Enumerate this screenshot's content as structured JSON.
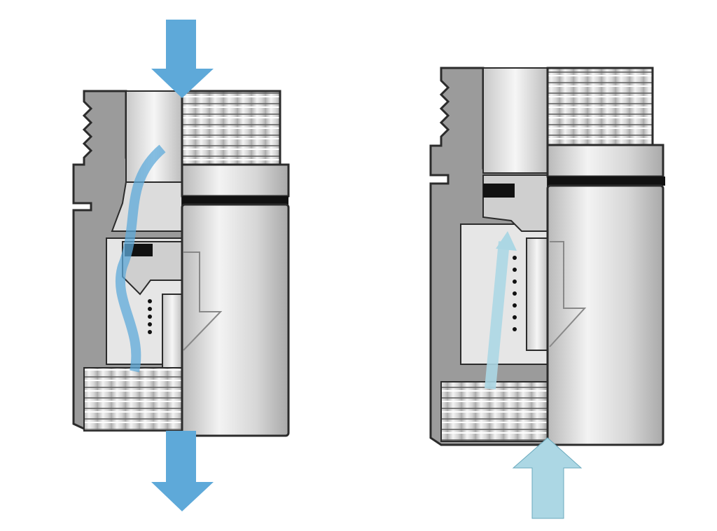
{
  "colors": {
    "background": "#ffffff",
    "outline": "#2b2b2b",
    "body_gray": "#cfcfcf",
    "section_dark": "#9a9a9a",
    "oring": "#111111",
    "flow_arrow_open": "#5ea9d9",
    "flow_arrow_closed": "#acd7e4"
  },
  "diagram": {
    "panels": [
      {
        "state": "open",
        "flow_direction": "down"
      },
      {
        "state": "closed",
        "flow_direction": "up"
      }
    ]
  }
}
